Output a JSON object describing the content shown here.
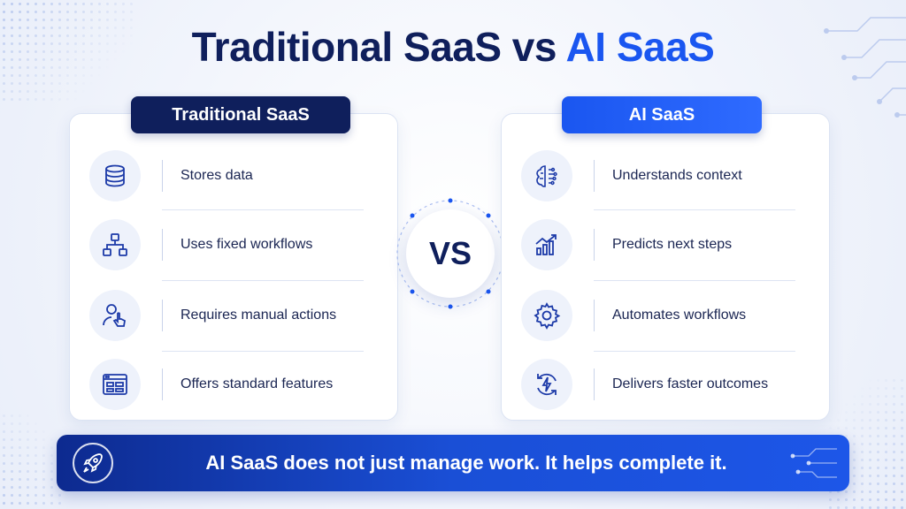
{
  "title": {
    "part1": "Traditional SaaS vs ",
    "part2": "AI SaaS"
  },
  "left_panel": {
    "tab_label": "Traditional SaaS",
    "items": [
      {
        "icon": "database-icon",
        "label": "Stores data"
      },
      {
        "icon": "workflow-icon",
        "label": "Uses fixed workflows"
      },
      {
        "icon": "user-click-icon",
        "label": "Requires manual actions"
      },
      {
        "icon": "window-layout-icon",
        "label": "Offers standard features"
      }
    ]
  },
  "right_panel": {
    "tab_label": "AI SaaS",
    "items": [
      {
        "icon": "ai-brain-icon",
        "label": "Understands context"
      },
      {
        "icon": "growth-chart-icon",
        "label": "Predicts next steps"
      },
      {
        "icon": "gear-icon",
        "label": "Automates workflows"
      },
      {
        "icon": "lightning-cycle-icon",
        "label": "Delivers faster outcomes"
      }
    ]
  },
  "vs_label": "VS",
  "banner": {
    "icon": "rocket-icon",
    "text": "AI SaaS does not just manage work. It helps complete it."
  },
  "colors": {
    "navy": "#0f1f5c",
    "accent": "#1a56f0",
    "icon_bg": "#eef2fb",
    "banner_start": "#0d2a8f",
    "banner_end": "#1d56e8"
  }
}
